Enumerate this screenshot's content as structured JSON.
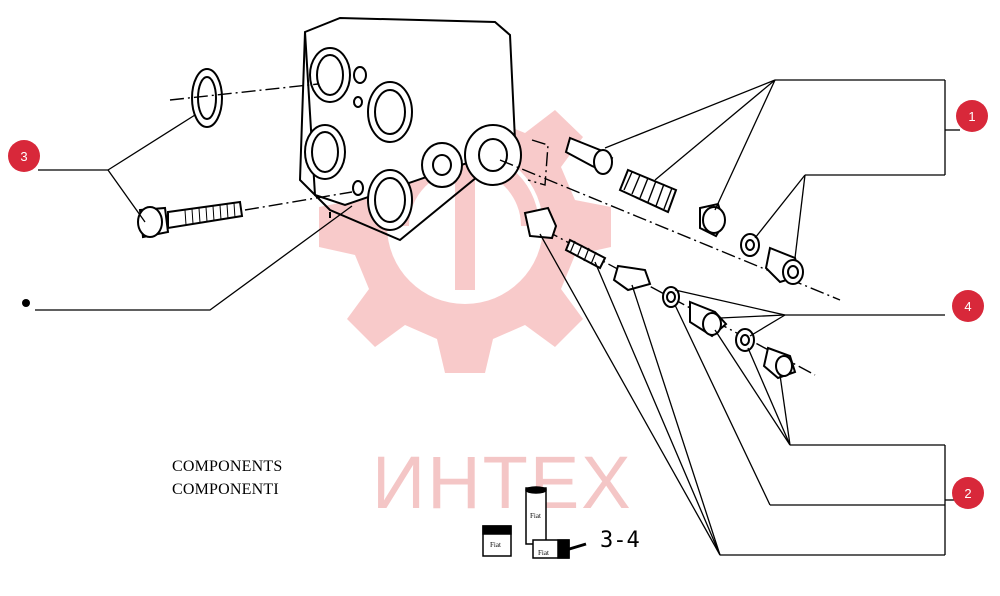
{
  "diagram": {
    "caption_line1": "COMPONENTS",
    "caption_line2": "COMPONENTI",
    "watermark_text": "ИНТЕХ",
    "section_ref": "3-4",
    "logo_text": "Fiat",
    "callouts": [
      {
        "id": "1",
        "label": "1"
      },
      {
        "id": "2",
        "label": "2"
      },
      {
        "id": "3",
        "label": "3"
      },
      {
        "id": "4",
        "label": "4"
      }
    ]
  },
  "colors": {
    "callout_fill": "#d8283a",
    "watermark": "#f4c6c6",
    "line": "#000000"
  },
  "icons": {
    "watermark_logo": "gear-icon",
    "section_logo": "fiat-blocks-icon"
  }
}
